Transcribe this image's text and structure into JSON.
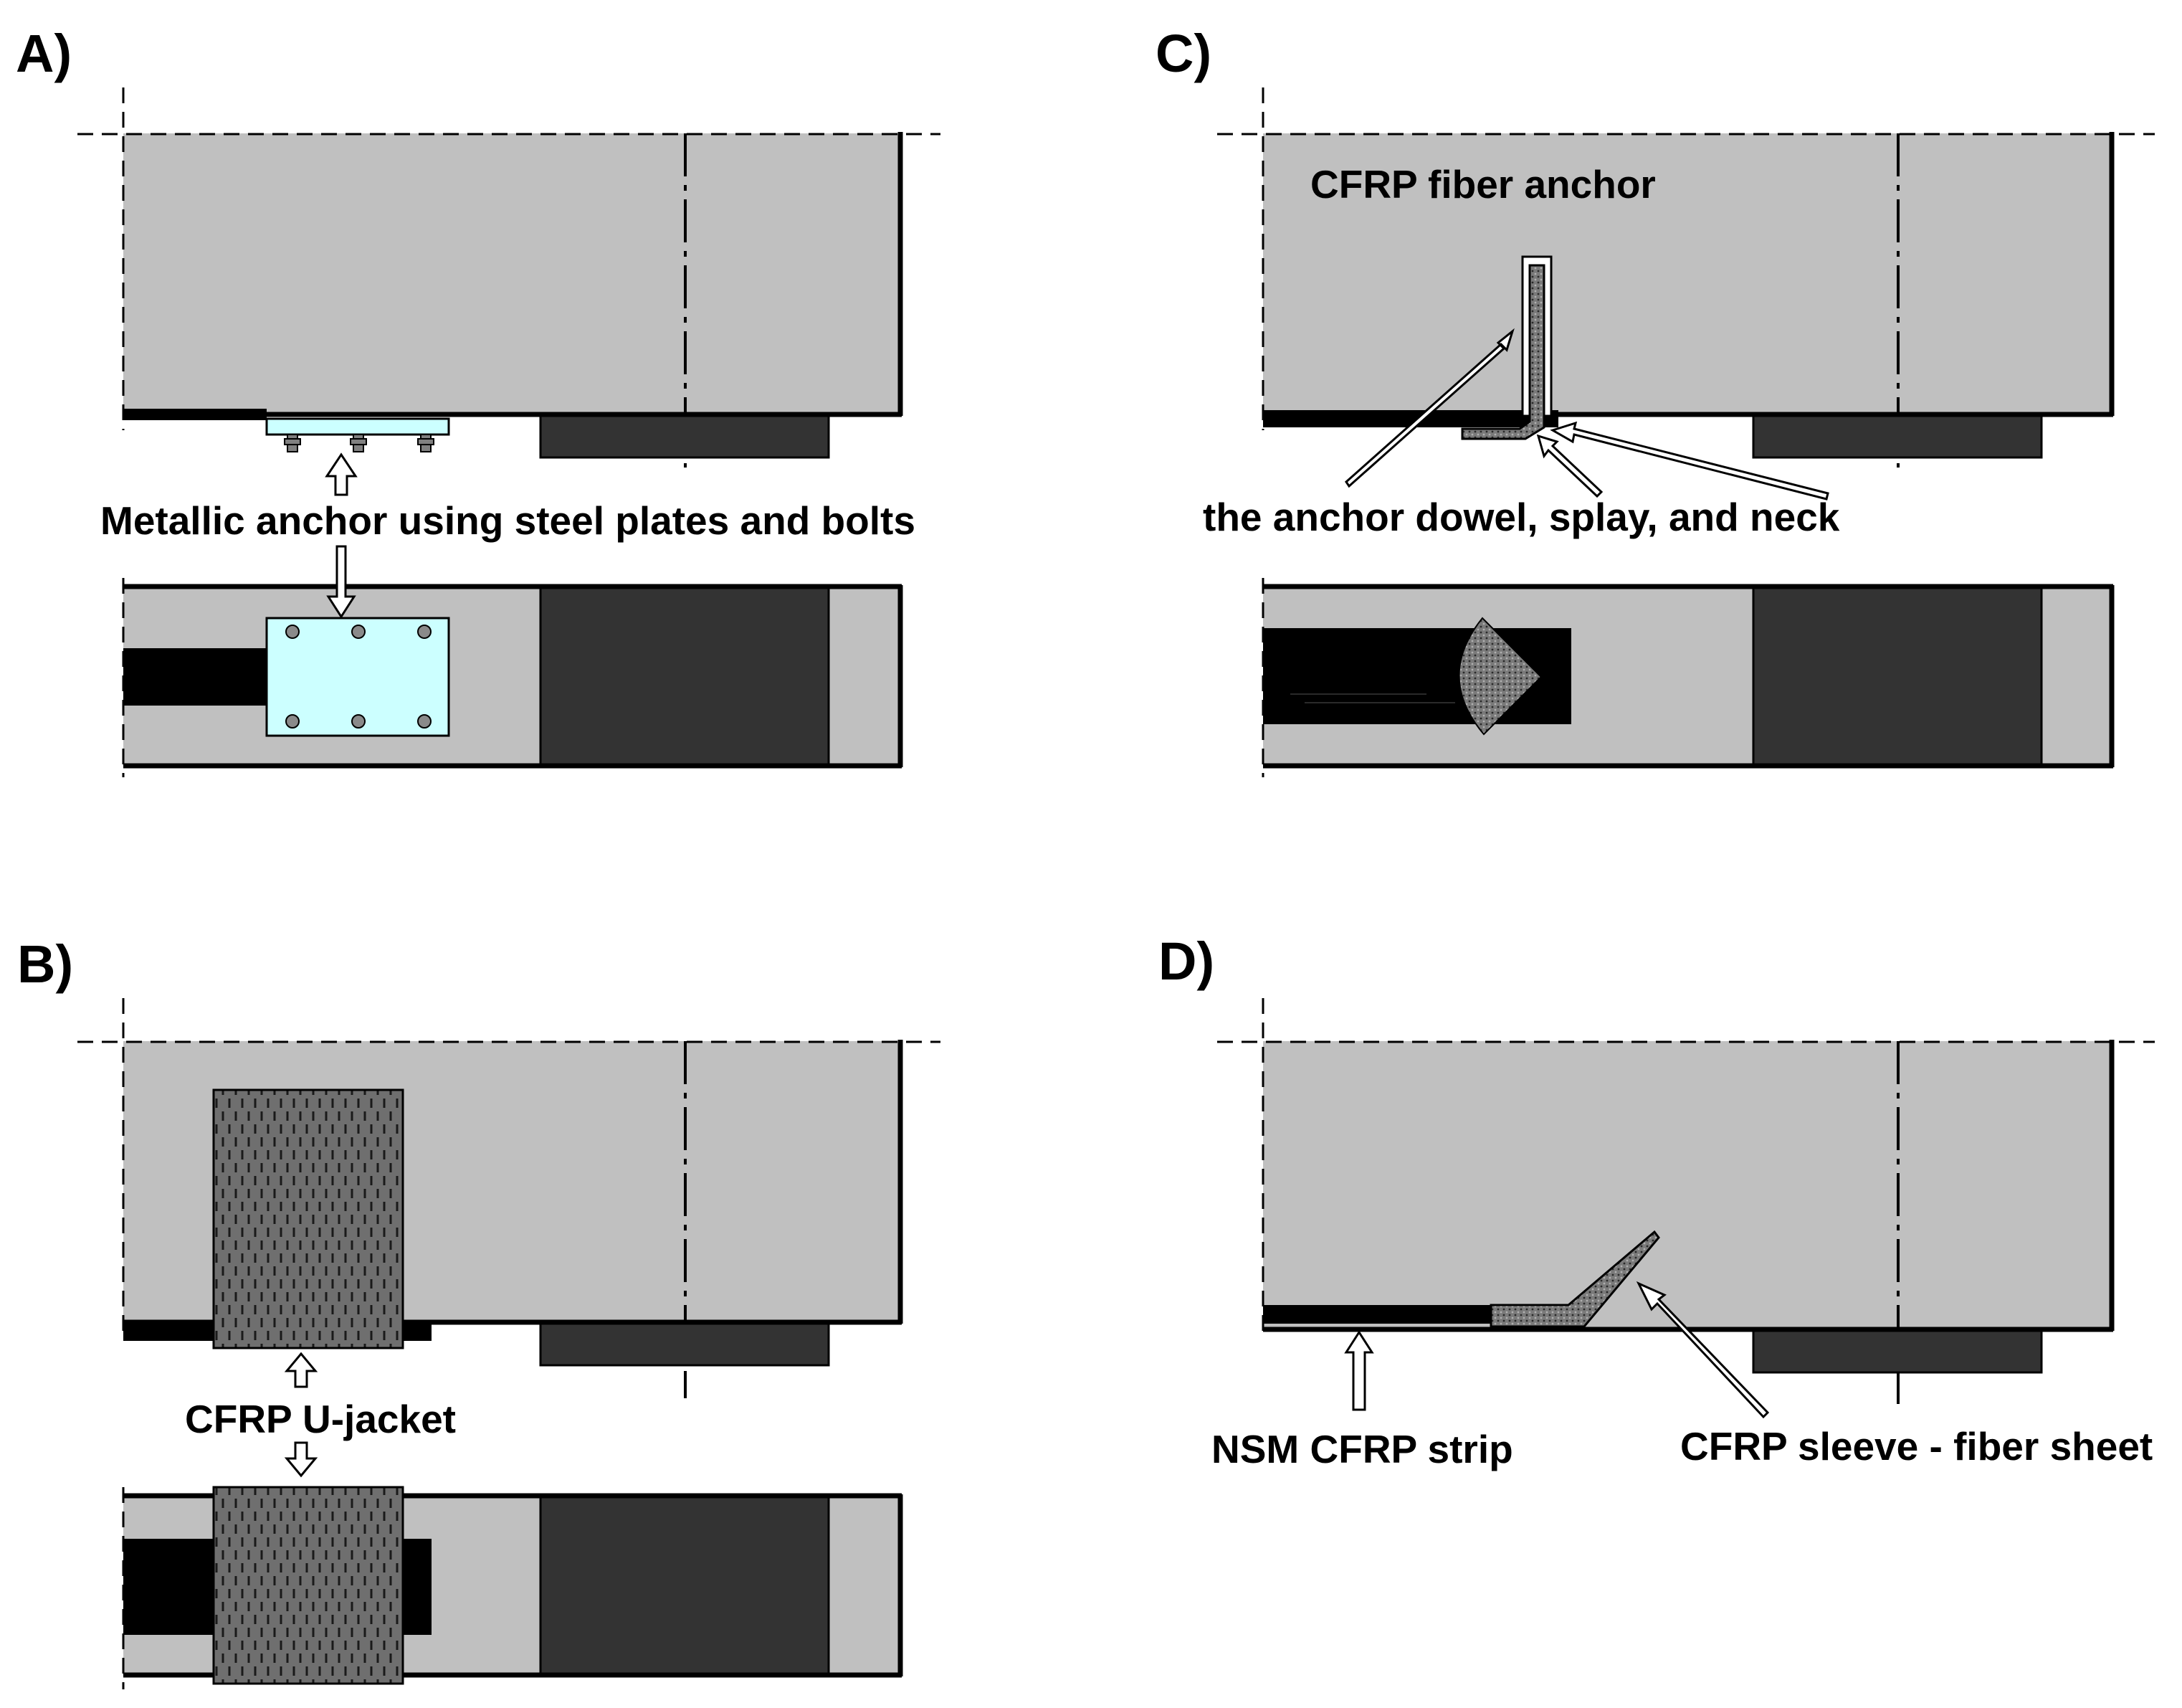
{
  "panels": {
    "a": {
      "letter": "A)",
      "callout": "Metallic anchor using steel plates and bolts"
    },
    "b": {
      "letter": "B)",
      "callout": "CFRP U-jacket"
    },
    "c": {
      "letter": "C)",
      "title": "CFRP fiber anchor",
      "callout": "the anchor dowel, splay, and neck"
    },
    "d": {
      "letter": "D)",
      "callout_strip": "NSM CFRP strip",
      "callout_sleeve": "CFRP sleeve - fiber sheet"
    }
  },
  "colors": {
    "concrete": "#c0c0c0",
    "support": "#333333",
    "laminate": "#000000",
    "steel_plate": "#ccffff",
    "cfrp_fabric": "#6f6f6f"
  }
}
